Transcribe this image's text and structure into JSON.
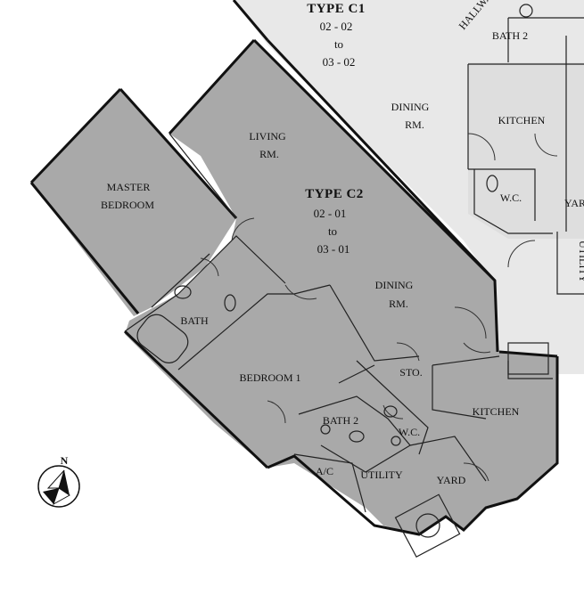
{
  "unit_c1": {
    "type_label": "TYPE C1",
    "range_from": "02 - 02",
    "range_to_word": "to",
    "range_to": "03 - 02",
    "rooms": {
      "hallway": "HALLWAY",
      "bath2": "BATH 2",
      "dining": "DINING",
      "dining_rm": "RM.",
      "kitchen": "KITCHEN",
      "wc": "W.C.",
      "yard": "YARD",
      "utility": "UTILITY"
    }
  },
  "unit_c2": {
    "type_label": "TYPE C2",
    "range_from": "02 - 01",
    "range_to_word": "to",
    "range_to": "03 - 01",
    "rooms": {
      "living": "LIVING",
      "living_rm": "RM.",
      "master": "MASTER",
      "master_bedroom": "BEDROOM",
      "bath": "BATH",
      "dining": "DINING",
      "dining_rm": "RM.",
      "bedroom1": "BEDROOM 1",
      "sto": "STO.",
      "bath2": "BATH 2",
      "wc": "W.C.",
      "kitchen": "KITCHEN",
      "ac": "A/C",
      "utility": "UTILITY",
      "yard": "YARD"
    }
  },
  "compass": {
    "north": "N"
  },
  "colors": {
    "fill_c2": "#a8a8a8",
    "fill_c1": "#e6e6e6",
    "wall": "#111111"
  }
}
